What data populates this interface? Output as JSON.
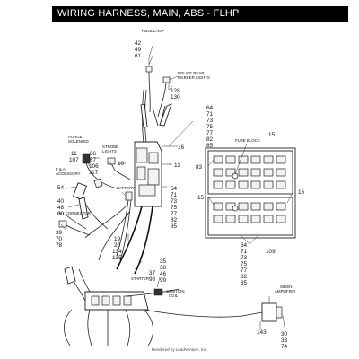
{
  "title": "WIRING HARNESS, MAIN, ABS - FLHP",
  "footer": "Rendered by LeadVenture, Inc.",
  "captions": {
    "pole_lamp": "POLE LAMP",
    "police_rear_marker": "POLICE REAR",
    "police_rear_marker_2": "MARKER LIGHTS",
    "purge_solenoid": "PURGE",
    "purge_solenoid_2": "SOLENOID",
    "strobe_lights": "STROBE",
    "strobe_lights_2": "LIGHTS",
    "fa_accessory": "F & A",
    "fa_accessory_2": "ACCESSORY",
    "bplus_connector": "B+ CONNECTOR",
    "battery": "BATTERY",
    "fuse_block": "FUSE BLOCK",
    "starter": "STARTER",
    "ignition_coil": "IGNITION",
    "ignition_coil_2": "COIL",
    "siren_amplifier": "SIREN",
    "siren_amplifier_2": "AMPLIFIER"
  },
  "callouts": {
    "pole_lamp_parts": [
      "42",
      "49",
      "61"
    ],
    "rear_marker_parts": [
      "128",
      "130"
    ],
    "fuse_parts_upper": [
      "64",
      "71",
      "73",
      "75",
      "77",
      "82",
      "85"
    ],
    "n15_top": "15",
    "n16_left": "16",
    "n83": "83",
    "n15_left": "15",
    "n16_right": "16",
    "purge_parts": [
      "11",
      "107"
    ],
    "purge_parts_b": [
      "66",
      "67",
      "106",
      "117"
    ],
    "n10": "10",
    "n54": "54",
    "center_parts": [
      "64",
      "71",
      "73",
      "75",
      "77",
      "82",
      "85"
    ],
    "fa_parts": [
      "40",
      "48",
      "60"
    ],
    "bplus_parts": [
      "39",
      "70",
      "78"
    ],
    "battery_parts": [
      "19",
      "20",
      "134",
      "135"
    ],
    "fuse_parts_lower": [
      "64",
      "71",
      "73",
      "75",
      "77",
      "82",
      "85"
    ],
    "n109": "109",
    "starter_parts": [
      "35",
      "38",
      "46",
      "99"
    ],
    "ignition_parts": [
      "37",
      "98"
    ],
    "n143": "143",
    "siren_parts": [
      "30",
      "33",
      "74"
    ]
  }
}
